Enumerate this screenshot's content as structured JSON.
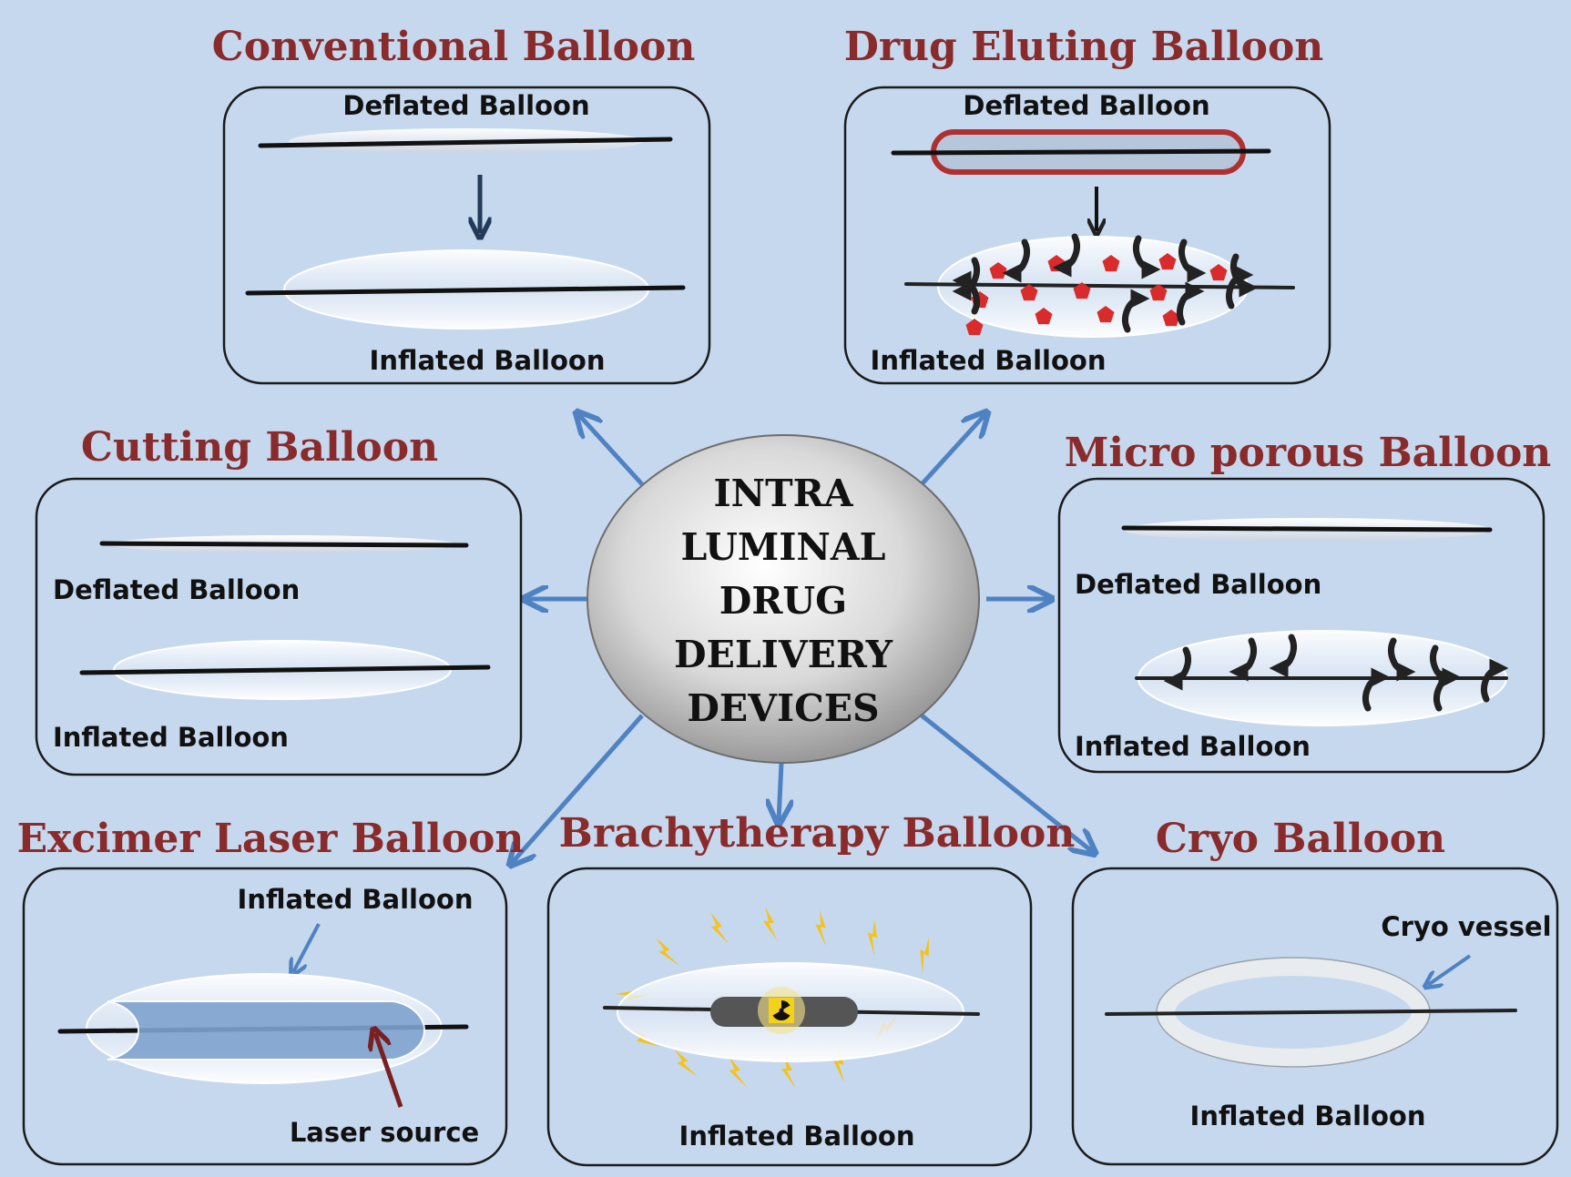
{
  "center": {
    "lines": [
      "INTRA",
      "LUMINAL",
      "DRUG",
      "DELIVERY",
      "DEVICES"
    ]
  },
  "panels": {
    "conventional": {
      "title": "Conventional Balloon",
      "top_label": "Deflated Balloon",
      "bottom_label": "Inflated Balloon"
    },
    "drug_eluting": {
      "title": "Drug Eluting Balloon",
      "top_label": "Deflated Balloon",
      "bottom_label": "Inflated Balloon"
    },
    "cutting": {
      "title": "Cutting Balloon",
      "top_label": "Deflated Balloon",
      "bottom_label": "Inflated Balloon"
    },
    "micro_porous": {
      "title": "Micro porous Balloon",
      "top_label": "Deflated Balloon",
      "bottom_label": "Inflated Balloon"
    },
    "excimer": {
      "title": "Excimer Laser Balloon",
      "top_label": "Inflated Balloon",
      "bottom_label": "Laser source"
    },
    "brachytherapy": {
      "title": "Brachytherapy Balloon",
      "bottom_label": "Inflated Balloon",
      "center_icon": "radiation-icon"
    },
    "cryo": {
      "title": "Cryo Balloon",
      "top_label": "Cryo vessel",
      "bottom_label": "Inflated Balloon"
    }
  },
  "colors": {
    "background": "#c6d8ee",
    "title": "#8a2b2b",
    "connector": "#4f82c2",
    "drug_particle": "#d92b2b",
    "drug_balloon_outline": "#b03030",
    "laser_fill": "#7fa3cf",
    "laser_arrow": "#7a2020",
    "radiation_bolt": "#f4c21a"
  }
}
